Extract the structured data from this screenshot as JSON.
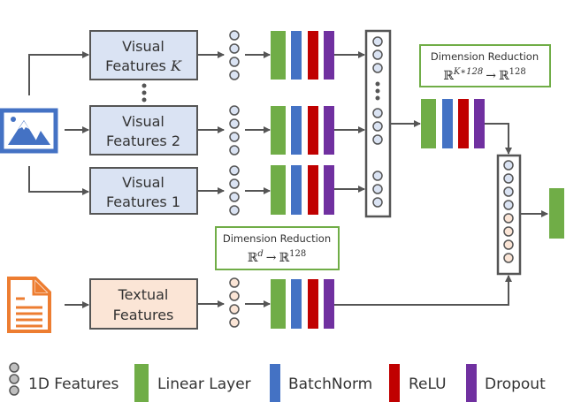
{
  "visual_boxes": [
    {
      "line1": "Visual",
      "line2": "Features",
      "index": "K"
    },
    {
      "line1": "Visual",
      "line2": "Features 2",
      "index": ""
    },
    {
      "line1": "Visual",
      "line2": "Features 1",
      "index": ""
    }
  ],
  "textual_box": {
    "line1": "Textual",
    "line2": "Features"
  },
  "dim_reduction_visual": {
    "title": "Dimension Reduction",
    "from": "ℝ",
    "from_sup": "K∗128",
    "arrow": "→",
    "to": "ℝ",
    "to_sup": "128"
  },
  "dim_reduction_text": {
    "title": "Dimension Reduction",
    "from": "ℝ",
    "from_sup": "d",
    "arrow": "→",
    "to": "ℝ",
    "to_sup": "128"
  },
  "legend": [
    {
      "label": "1D Features",
      "color": "#bfbfbf"
    },
    {
      "label": "Linear Layer",
      "color": "#70ad47"
    },
    {
      "label": "BatchNorm",
      "color": "#4472c4"
    },
    {
      "label": "ReLU",
      "color": "#c00000"
    },
    {
      "label": "Dropout",
      "color": "#7030a0"
    }
  ],
  "colors": {
    "visual": "#dae3f3",
    "textual": "#fbe5d6",
    "image_icon": "#4472c4",
    "document_icon": "#ed7d31",
    "arrow": "#555555"
  },
  "icons": {
    "input_image": "image-icon",
    "input_text": "document-icon"
  }
}
